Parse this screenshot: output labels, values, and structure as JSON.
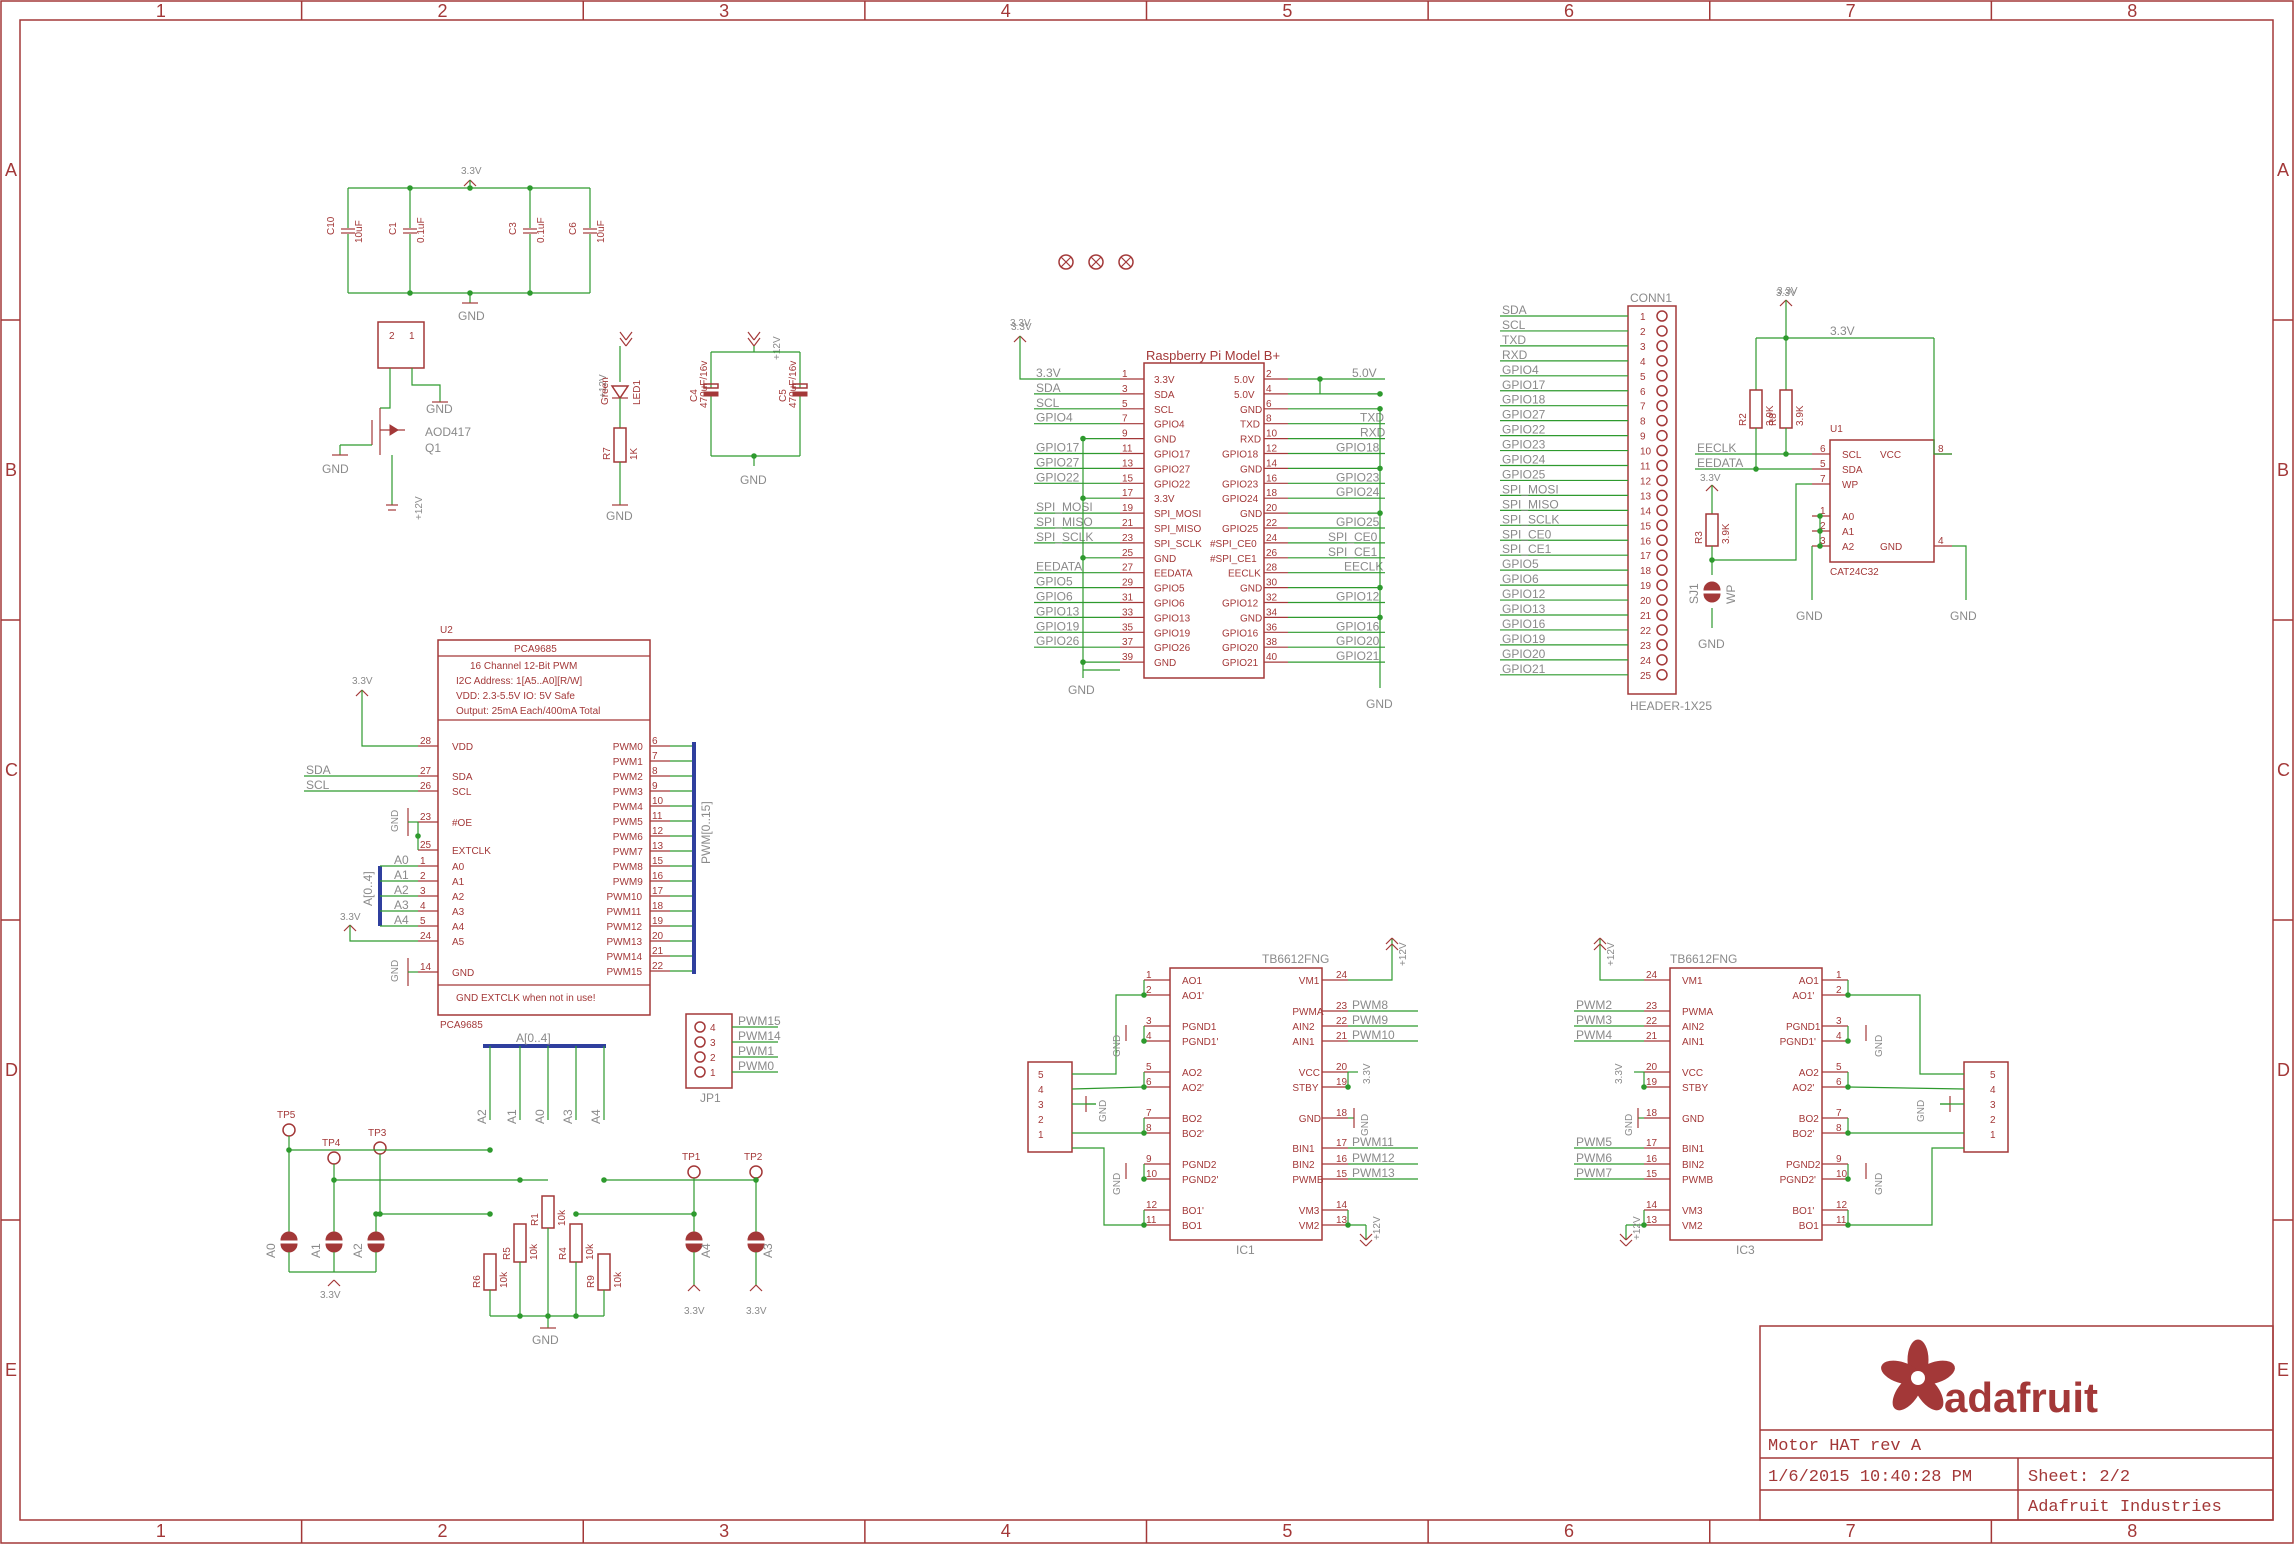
{
  "grid": {
    "columns": [
      "1",
      "2",
      "3",
      "4",
      "5",
      "6",
      "7",
      "8"
    ],
    "rows": [
      "A",
      "B",
      "C",
      "D",
      "E"
    ]
  },
  "colors": {
    "frame": "#a33838",
    "wire": "#2e9a2e",
    "bus": "#2f3f9e",
    "net_label": "#8a8a8a"
  },
  "title_block": {
    "logo_text": "adafruit",
    "logo_icon": "adafruit-flower-logo",
    "title": "Motor HAT rev A",
    "date": "1/6/2015 10:40:28 PM",
    "sheet": "Sheet: 2/2",
    "company": "Adafruit Industries"
  },
  "power_labels": {
    "v33": "3.3V",
    "gnd": "GND",
    "v12": "+12V",
    "v50": "5.0V"
  },
  "decoupling": {
    "caps": [
      {
        "ref": "C10",
        "value": "10uF"
      },
      {
        "ref": "C1",
        "value": "0.1uF"
      },
      {
        "ref": "C3",
        "value": "0.1uF"
      },
      {
        "ref": "C6",
        "value": "10uF"
      }
    ]
  },
  "q1": {
    "ref": "Q1",
    "value": "AOD417",
    "pins": [
      "2",
      "1"
    ]
  },
  "led": {
    "ref": "LED1",
    "color": "Green",
    "res_ref": "R7",
    "res_value": "1K"
  },
  "bulk_caps": [
    {
      "ref": "C4",
      "value": "470uF/16v"
    },
    {
      "ref": "C5",
      "value": "470uF/16v"
    }
  ],
  "rpi": {
    "name": "Raspberry Pi Model B+",
    "left_pins": [
      {
        "num": "1",
        "name": "3.3V",
        "net": "3.3V"
      },
      {
        "num": "3",
        "name": "SDA",
        "net": "SDA"
      },
      {
        "num": "5",
        "name": "SCL",
        "net": "SCL"
      },
      {
        "num": "7",
        "name": "GPIO4",
        "net": "GPIO4"
      },
      {
        "num": "9",
        "name": "GND",
        "net": ""
      },
      {
        "num": "11",
        "name": "GPIO17",
        "net": "GPIO17"
      },
      {
        "num": "13",
        "name": "GPIO27",
        "net": "GPIO27"
      },
      {
        "num": "15",
        "name": "GPIO22",
        "net": "GPIO22"
      },
      {
        "num": "17",
        "name": "3.3V",
        "net": ""
      },
      {
        "num": "19",
        "name": "SPI_MOSI",
        "net": "SPI_MOSI"
      },
      {
        "num": "21",
        "name": "SPI_MISO",
        "net": "SPI_MISO"
      },
      {
        "num": "23",
        "name": "SPI_SCLK",
        "net": "SPI_SCLK"
      },
      {
        "num": "25",
        "name": "GND",
        "net": ""
      },
      {
        "num": "27",
        "name": "EEDATA",
        "net": "EEDATA"
      },
      {
        "num": "29",
        "name": "GPIO5",
        "net": "GPIO5"
      },
      {
        "num": "31",
        "name": "GPIO6",
        "net": "GPIO6"
      },
      {
        "num": "33",
        "name": "GPIO13",
        "net": "GPIO13"
      },
      {
        "num": "35",
        "name": "GPIO19",
        "net": "GPIO19"
      },
      {
        "num": "37",
        "name": "GPIO26",
        "net": "GPIO26"
      },
      {
        "num": "39",
        "name": "GND",
        "net": ""
      }
    ],
    "right_pins": [
      {
        "num": "2",
        "name": "5.0V",
        "net": "5.0V"
      },
      {
        "num": "4",
        "name": "5.0V",
        "net": ""
      },
      {
        "num": "6",
        "name": "GND",
        "net": ""
      },
      {
        "num": "8",
        "name": "TXD",
        "net": "TXD"
      },
      {
        "num": "10",
        "name": "RXD",
        "net": "RXD"
      },
      {
        "num": "12",
        "name": "GPIO18",
        "net": "GPIO18"
      },
      {
        "num": "14",
        "name": "GND",
        "net": ""
      },
      {
        "num": "16",
        "name": "GPIO23",
        "net": "GPIO23"
      },
      {
        "num": "18",
        "name": "GPIO24",
        "net": "GPIO24"
      },
      {
        "num": "20",
        "name": "GND",
        "net": ""
      },
      {
        "num": "22",
        "name": "GPIO25",
        "net": "GPIO25"
      },
      {
        "num": "24",
        "name": "#SPI_CE0",
        "net": "SPI_CE0"
      },
      {
        "num": "26",
        "name": "#SPI_CE1",
        "net": "SPI_CE1"
      },
      {
        "num": "28",
        "name": "EECLK",
        "net": "EECLK"
      },
      {
        "num": "30",
        "name": "GND",
        "net": ""
      },
      {
        "num": "32",
        "name": "GPIO12",
        "net": "GPIO12"
      },
      {
        "num": "34",
        "name": "GND",
        "net": ""
      },
      {
        "num": "36",
        "name": "GPIO16",
        "net": "GPIO16"
      },
      {
        "num": "38",
        "name": "GPIO20",
        "net": "GPIO20"
      },
      {
        "num": "40",
        "name": "GPIO21",
        "net": "GPIO21"
      }
    ]
  },
  "conn1": {
    "ref": "CONN1",
    "value": "HEADER-1X25",
    "nets": [
      "SDA",
      "SCL",
      "TXD",
      "RXD",
      "GPIO4",
      "GPIO17",
      "GPIO18",
      "GPIO27",
      "GPIO22",
      "GPIO23",
      "GPIO24",
      "GPIO25",
      "SPI_MOSI",
      "SPI_MISO",
      "SPI_SCLK",
      "SPI_CE0",
      "SPI_CE1",
      "GPIO5",
      "GPIO6",
      "GPIO12",
      "GPIO13",
      "GPIO16",
      "GPIO19",
      "GPIO20",
      "GPIO21"
    ]
  },
  "eeprom": {
    "ref": "U1",
    "value": "CAT24C32",
    "pins": [
      {
        "num": "6",
        "name": "SCL"
      },
      {
        "num": "5",
        "name": "SDA"
      },
      {
        "num": "7",
        "name": "WP"
      },
      {
        "num": "1",
        "name": "A0"
      },
      {
        "num": "2",
        "name": "A1"
      },
      {
        "num": "3",
        "name": "A2"
      }
    ],
    "right_pins": [
      {
        "num": "8",
        "name": "VCC"
      },
      {
        "num": "4",
        "name": "GND"
      }
    ],
    "net_eeclk": "EECLK",
    "net_eedata": "EEDATA",
    "r2": {
      "ref": "R2",
      "value": "3.9K"
    },
    "r8": {
      "ref": "R8",
      "value": "3.9K"
    },
    "r3": {
      "ref": "R3",
      "value": "3.9K"
    },
    "sj1": {
      "ref": "SJ1",
      "label": "WP"
    }
  },
  "pca": {
    "ref": "U2",
    "name": "PCA9685",
    "desc": [
      "16 Channel 12-Bit PWM",
      "I2C Address: 1[A5..A0][R/W]",
      "VDD: 2.3-5.5V      IO: 5V Safe",
      "Output: 25mA Each/400mA Total"
    ],
    "note": "GND EXTCLK when not in use!",
    "left_pins": [
      {
        "num": "28",
        "name": "VDD"
      },
      {
        "num": "27",
        "name": "SDA"
      },
      {
        "num": "26",
        "name": "SCL"
      },
      {
        "num": "23",
        "name": "#OE"
      },
      {
        "num": "25",
        "name": "EXTCLK"
      },
      {
        "num": "1",
        "name": "A0"
      },
      {
        "num": "2",
        "name": "A1"
      },
      {
        "num": "3",
        "name": "A2"
      },
      {
        "num": "4",
        "name": "A3"
      },
      {
        "num": "5",
        "name": "A4"
      },
      {
        "num": "24",
        "name": "A5"
      },
      {
        "num": "14",
        "name": "GND"
      }
    ],
    "right_pins": [
      {
        "num": "6",
        "name": "PWM0"
      },
      {
        "num": "7",
        "name": "PWM1"
      },
      {
        "num": "8",
        "name": "PWM2"
      },
      {
        "num": "9",
        "name": "PWM3"
      },
      {
        "num": "10",
        "name": "PWM4"
      },
      {
        "num": "11",
        "name": "PWM5"
      },
      {
        "num": "12",
        "name": "PWM6"
      },
      {
        "num": "13",
        "name": "PWM7"
      },
      {
        "num": "15",
        "name": "PWM8"
      },
      {
        "num": "16",
        "name": "PWM9"
      },
      {
        "num": "17",
        "name": "PWM10"
      },
      {
        "num": "18",
        "name": "PWM11"
      },
      {
        "num": "19",
        "name": "PWM12"
      },
      {
        "num": "20",
        "name": "PWM13"
      },
      {
        "num": "21",
        "name": "PWM14"
      },
      {
        "num": "22",
        "name": "PWM15"
      }
    ],
    "bus_label": "PWM[0..15]",
    "addr_bus": "A[0..4]",
    "addr_nets": [
      "A0",
      "A1",
      "A2",
      "A3",
      "A4"
    ],
    "sda": "SDA",
    "scl": "SCL"
  },
  "jp1": {
    "ref": "JP1",
    "nets": [
      "PWM15",
      "PWM14",
      "PWM1",
      "PWM0"
    ],
    "nums": [
      "4",
      "3",
      "2",
      "1"
    ]
  },
  "address": {
    "bus": "A[0..4]",
    "bus_taps": [
      "A2",
      "A1",
      "A0",
      "A3",
      "A4"
    ],
    "testpoints": [
      "TP5",
      "TP4",
      "TP3",
      "TP1",
      "TP2"
    ],
    "jumpers": [
      "A0",
      "A1",
      "A2",
      "A4",
      "A3"
    ],
    "resistors": [
      {
        "ref": "R6",
        "value": "10k"
      },
      {
        "ref": "R5",
        "value": "10k"
      },
      {
        "ref": "R1",
        "value": "10k"
      },
      {
        "ref": "R4",
        "value": "10k"
      },
      {
        "ref": "R9",
        "value": "10k"
      }
    ]
  },
  "ic1": {
    "ref": "IC1",
    "value": "TB6612FNG",
    "left": [
      {
        "num": "1",
        "name": "AO1"
      },
      {
        "num": "2",
        "name": "AO1'"
      },
      {
        "num": "3",
        "name": "PGND1"
      },
      {
        "num": "4",
        "name": "PGND1'"
      },
      {
        "num": "5",
        "name": "AO2"
      },
      {
        "num": "6",
        "name": "AO2'"
      },
      {
        "num": "7",
        "name": "BO2"
      },
      {
        "num": "8",
        "name": "BO2'"
      },
      {
        "num": "9",
        "name": "PGND2"
      },
      {
        "num": "10",
        "name": "PGND2'"
      },
      {
        "num": "12",
        "name": "BO1'"
      },
      {
        "num": "11",
        "name": "BO1"
      }
    ],
    "right": [
      {
        "num": "24",
        "name": "VM1",
        "net": ""
      },
      {
        "num": "23",
        "name": "PWMA",
        "net": "PWM8"
      },
      {
        "num": "22",
        "name": "AIN2",
        "net": "PWM9"
      },
      {
        "num": "21",
        "name": "AIN1",
        "net": "PWM10"
      },
      {
        "num": "20",
        "name": "VCC",
        "net": ""
      },
      {
        "num": "19",
        "name": "STBY",
        "net": ""
      },
      {
        "num": "18",
        "name": "GND",
        "net": ""
      },
      {
        "num": "17",
        "name": "BIN1",
        "net": "PWM11"
      },
      {
        "num": "16",
        "name": "BIN2",
        "net": "PWM12"
      },
      {
        "num": "15",
        "name": "PWMB",
        "net": "PWM13"
      },
      {
        "num": "14",
        "name": "VM3",
        "net": ""
      },
      {
        "num": "13",
        "name": "VM2",
        "net": ""
      }
    ],
    "term": [
      "5",
      "4",
      "3",
      "2",
      "1"
    ]
  },
  "ic3": {
    "ref": "IC3",
    "value": "TB6612FNG",
    "left": [
      {
        "num": "24",
        "name": "VM1",
        "net": ""
      },
      {
        "num": "23",
        "name": "PWMA",
        "net": "PWM2"
      },
      {
        "num": "22",
        "name": "AIN2",
        "net": "PWM3"
      },
      {
        "num": "21",
        "name": "AIN1",
        "net": "PWM4"
      },
      {
        "num": "20",
        "name": "VCC",
        "net": ""
      },
      {
        "num": "19",
        "name": "STBY",
        "net": ""
      },
      {
        "num": "18",
        "name": "GND",
        "net": ""
      },
      {
        "num": "17",
        "name": "BIN1",
        "net": "PWM5"
      },
      {
        "num": "16",
        "name": "BIN2",
        "net": "PWM6"
      },
      {
        "num": "15",
        "name": "PWMB",
        "net": "PWM7"
      },
      {
        "num": "14",
        "name": "VM3",
        "net": ""
      },
      {
        "num": "13",
        "name": "VM2",
        "net": ""
      }
    ],
    "right": [
      {
        "num": "1",
        "name": "AO1"
      },
      {
        "num": "2",
        "name": "AO1'"
      },
      {
        "num": "3",
        "name": "PGND1"
      },
      {
        "num": "4",
        "name": "PGND1'"
      },
      {
        "num": "5",
        "name": "AO2"
      },
      {
        "num": "6",
        "name": "AO2'"
      },
      {
        "num": "7",
        "name": "BO2"
      },
      {
        "num": "8",
        "name": "BO2'"
      },
      {
        "num": "9",
        "name": "PGND2"
      },
      {
        "num": "10",
        "name": "PGND2'"
      },
      {
        "num": "12",
        "name": "BO1'"
      },
      {
        "num": "11",
        "name": "BO1"
      }
    ],
    "term": [
      "5",
      "4",
      "3",
      "2",
      "1"
    ]
  }
}
